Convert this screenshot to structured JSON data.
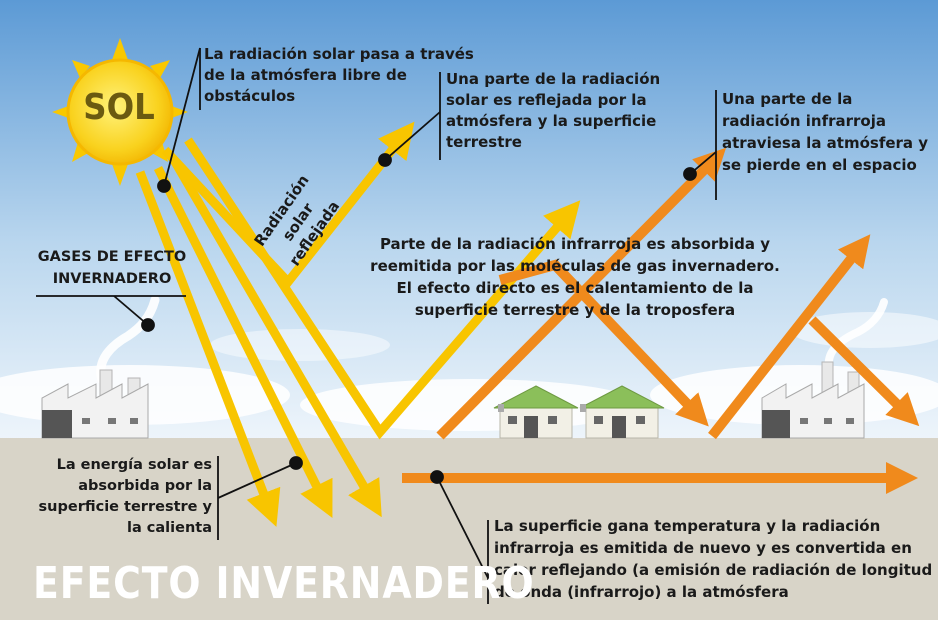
{
  "sun_label": "SOL",
  "title": "EFECTO INVERNADERO",
  "labels": {
    "solar_passes": "La radiación solar pasa a través de la atmósfera libre de obstáculos",
    "reflected_part": "Una parte de la radiación solar es reflejada por la atmósfera y la superficie terrestre",
    "ir_escapes": "Una parte de la radiación infrarroja atraviesa la atmósfera y se pierde en el espacio",
    "greenhouse_gases": "GASES DE EFECTO INVERNADERO",
    "ir_absorbed": "Parte de la radiación infrarroja es absorbida y reemitida por las moléculas de gas invernadero. El efecto directo es el calentamiento de la superficie terrestre y de la troposfera",
    "solar_absorbed": "La energía solar es absorbida por la superficie terrestre y la calienta",
    "surface_emits": "La superficie gana temperatura y la radiación infrarroja es emitida de nuevo y es convertida en calor reflejando (a emisión de radiación de longitud de onda (infrarrojo) a la atmósfera",
    "reflected_radiation": "Radiación solar reflejada"
  },
  "colors": {
    "sky_top": "#5a9bd6",
    "sky_bottom": "#eef5fb",
    "ground": "#d8d4c8",
    "solar_ray": "#f8c500",
    "infrared_ray": "#f08a1c",
    "sun": "#f9d21e",
    "title_text": "#ffffff"
  }
}
